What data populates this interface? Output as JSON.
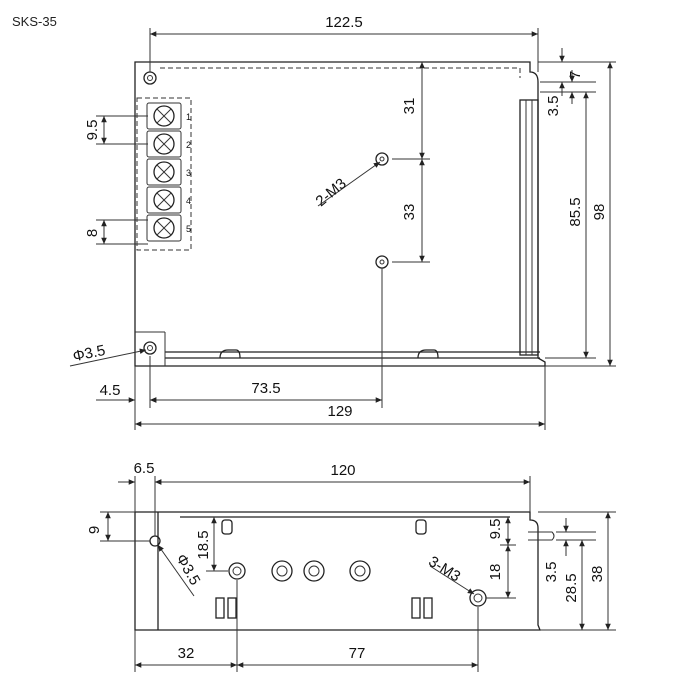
{
  "model": "SKS-35",
  "top_view": {
    "dimensions": {
      "overall_length_top": "122.5",
      "overall_length_bottom": "129",
      "hole_offset_left": "4.5",
      "mount_x": "73.5",
      "overall_height": "98",
      "inner_height": "85.5",
      "slot_offset": "7",
      "slot_width": "3.5",
      "mount_to_top": "31",
      "mount_spacing": "33",
      "terminal_pitch": "9.5",
      "terminal_width": "8",
      "hole_diameter": "Φ3.5",
      "screw_label": "2-M3"
    },
    "terminal_numbers": [
      "1",
      "2",
      "3",
      "4",
      "5"
    ]
  },
  "side_view": {
    "dimensions": {
      "length": "120",
      "left_offset": "6.5",
      "hole_height": "9",
      "hole_diameter": "Φ3.5",
      "mount_height": "18.5",
      "right_top": "9.5",
      "right_spacing": "18",
      "screw_label": "3-M3",
      "slot_width": "3.5",
      "slot_height": "28.5",
      "overall_height": "38",
      "left_mount": "32",
      "mount_spacing": "77"
    }
  }
}
